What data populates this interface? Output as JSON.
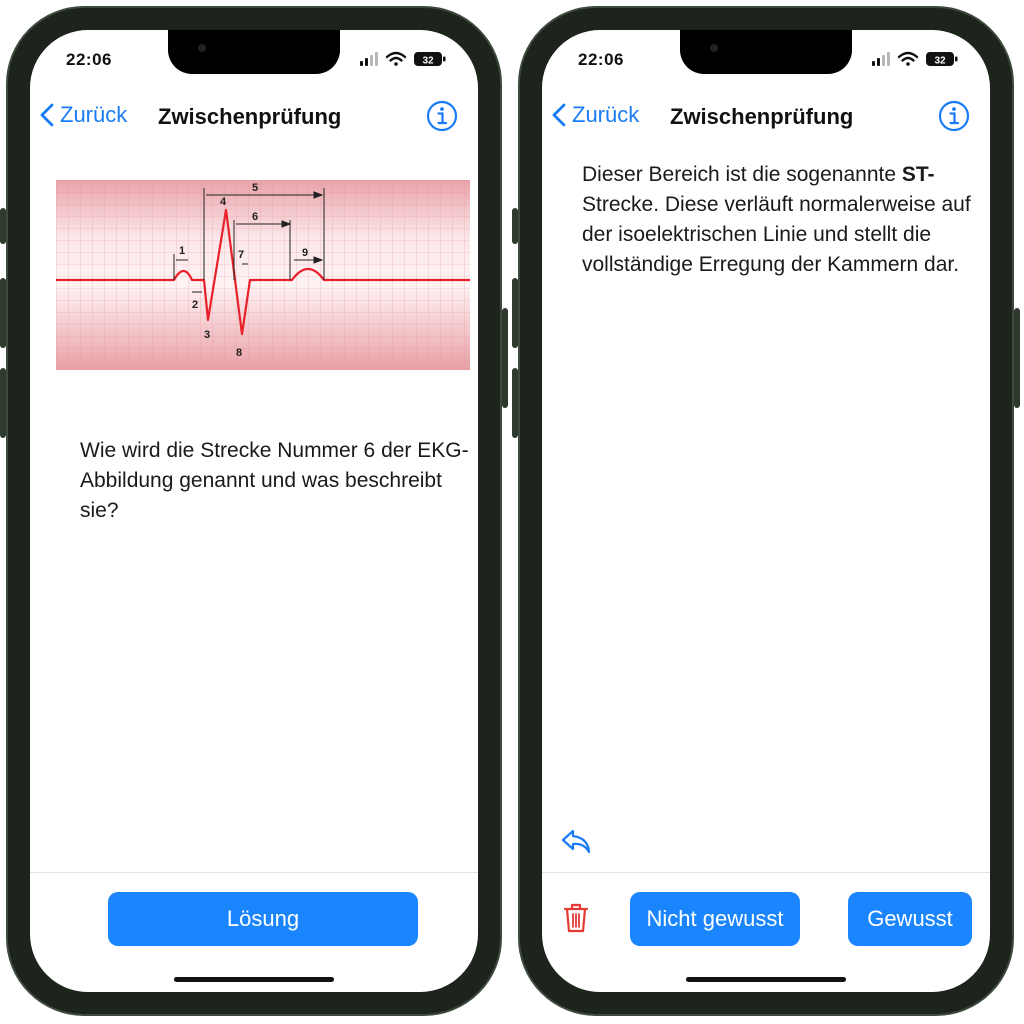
{
  "status_bar": {
    "time": "22:06",
    "battery": "32"
  },
  "nav": {
    "back_label": "Zurück",
    "title": "Zwischenprüfung"
  },
  "question_screen": {
    "ekg_labels": [
      "1",
      "2",
      "3",
      "4",
      "5",
      "6",
      "7",
      "8",
      "9"
    ],
    "question_text": "Wie wird die Strecke Nummer 6 der EKG-Abbildung genannt und was beschreibt sie?",
    "solution_button": "Lösung"
  },
  "answer_screen": {
    "answer_intro": "Dieser Bereich ist die sogenannte ",
    "answer_bold": "ST-",
    "answer_rest": "Strecke. Diese verläuft normalerweise auf der isoelektrischen Linie und stellt die vollständige Erregung der Kammern dar.",
    "not_known_button": "Nicht gewusst",
    "known_button": "Gewusst"
  },
  "colors": {
    "accent": "#1a85ff",
    "link": "#1a7cf5",
    "ekg_line": "#e8202a",
    "trash": "#e53935",
    "grid": "#e8a6ab"
  },
  "icons": {
    "back": "chevron-left-icon",
    "info": "info-circle-icon",
    "undo": "undo-arrow-icon",
    "trash": "trash-icon"
  }
}
